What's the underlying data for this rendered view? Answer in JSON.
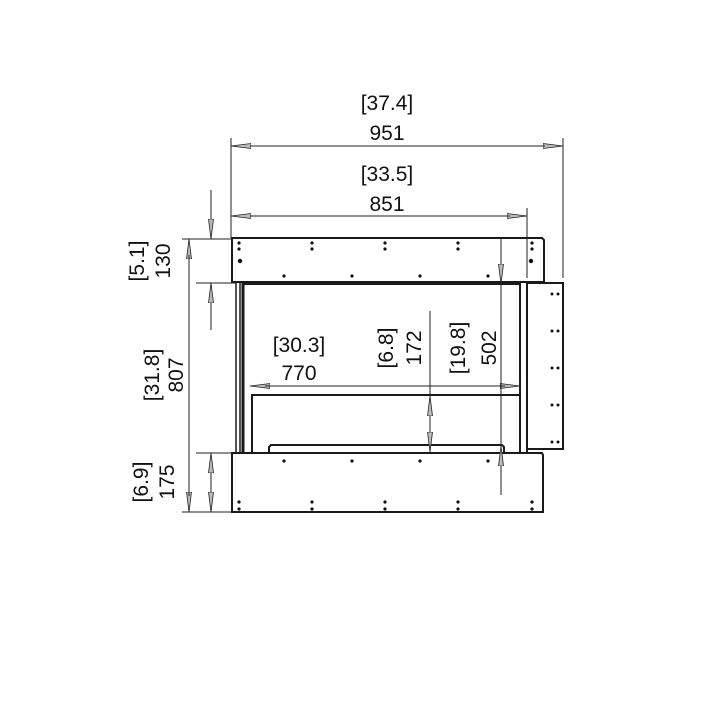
{
  "drawing": {
    "type": "technical elevation drawing",
    "units_primary": "mm",
    "units_secondary": "inches (bracketed)",
    "line_color": "#1a1a1a",
    "background": "#ffffff"
  },
  "dimensions": {
    "overall_width": {
      "mm": "951",
      "in": "37.4"
    },
    "frame_width": {
      "mm": "851",
      "in": "33.5"
    },
    "top_panel_height": {
      "mm": "130",
      "in": "5.1"
    },
    "overall_height": {
      "mm": "807",
      "in": "31.8"
    },
    "bottom_panel_height": {
      "mm": "175",
      "in": "6.9"
    },
    "opening_width": {
      "mm": "770",
      "in": "30.3"
    },
    "burner_height": {
      "mm": "172",
      "in": "6.8"
    },
    "opening_height": {
      "mm": "502",
      "in": "19.8"
    }
  },
  "labels": {
    "w951_in": "[37.4]",
    "w951_mm": "951",
    "w851_in": "[33.5]",
    "w851_mm": "851",
    "h130_in": "[5.1]",
    "h130_mm": "130",
    "h807_in": "[31.8]",
    "h807_mm": "807",
    "h175_in": "[6.9]",
    "h175_mm": "175",
    "w770_in": "[30.3]",
    "w770_mm": "770",
    "h172_in": "[6.8]",
    "h172_mm": "172",
    "h502_in": "[19.8]",
    "h502_mm": "502"
  }
}
